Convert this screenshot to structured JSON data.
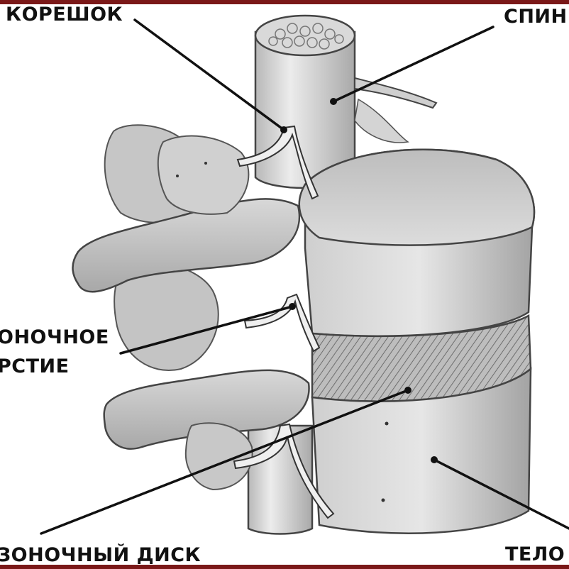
{
  "labels": {
    "nerve_root": "КОРЕШОК",
    "spinal_cord": "СПИНН",
    "foramen_line1": "ОНОЧНОЕ",
    "foramen_line2": "РСТИЕ",
    "disc": "ЗОНОЧНЫЙ ДИСК",
    "body": "ТЕЛО"
  },
  "colors": {
    "frame": "#7a1818",
    "bone_light": "#e4e4e4",
    "bone_mid": "#c9c9c9",
    "bone_dark": "#9a9a9a",
    "leader": "#111111"
  }
}
